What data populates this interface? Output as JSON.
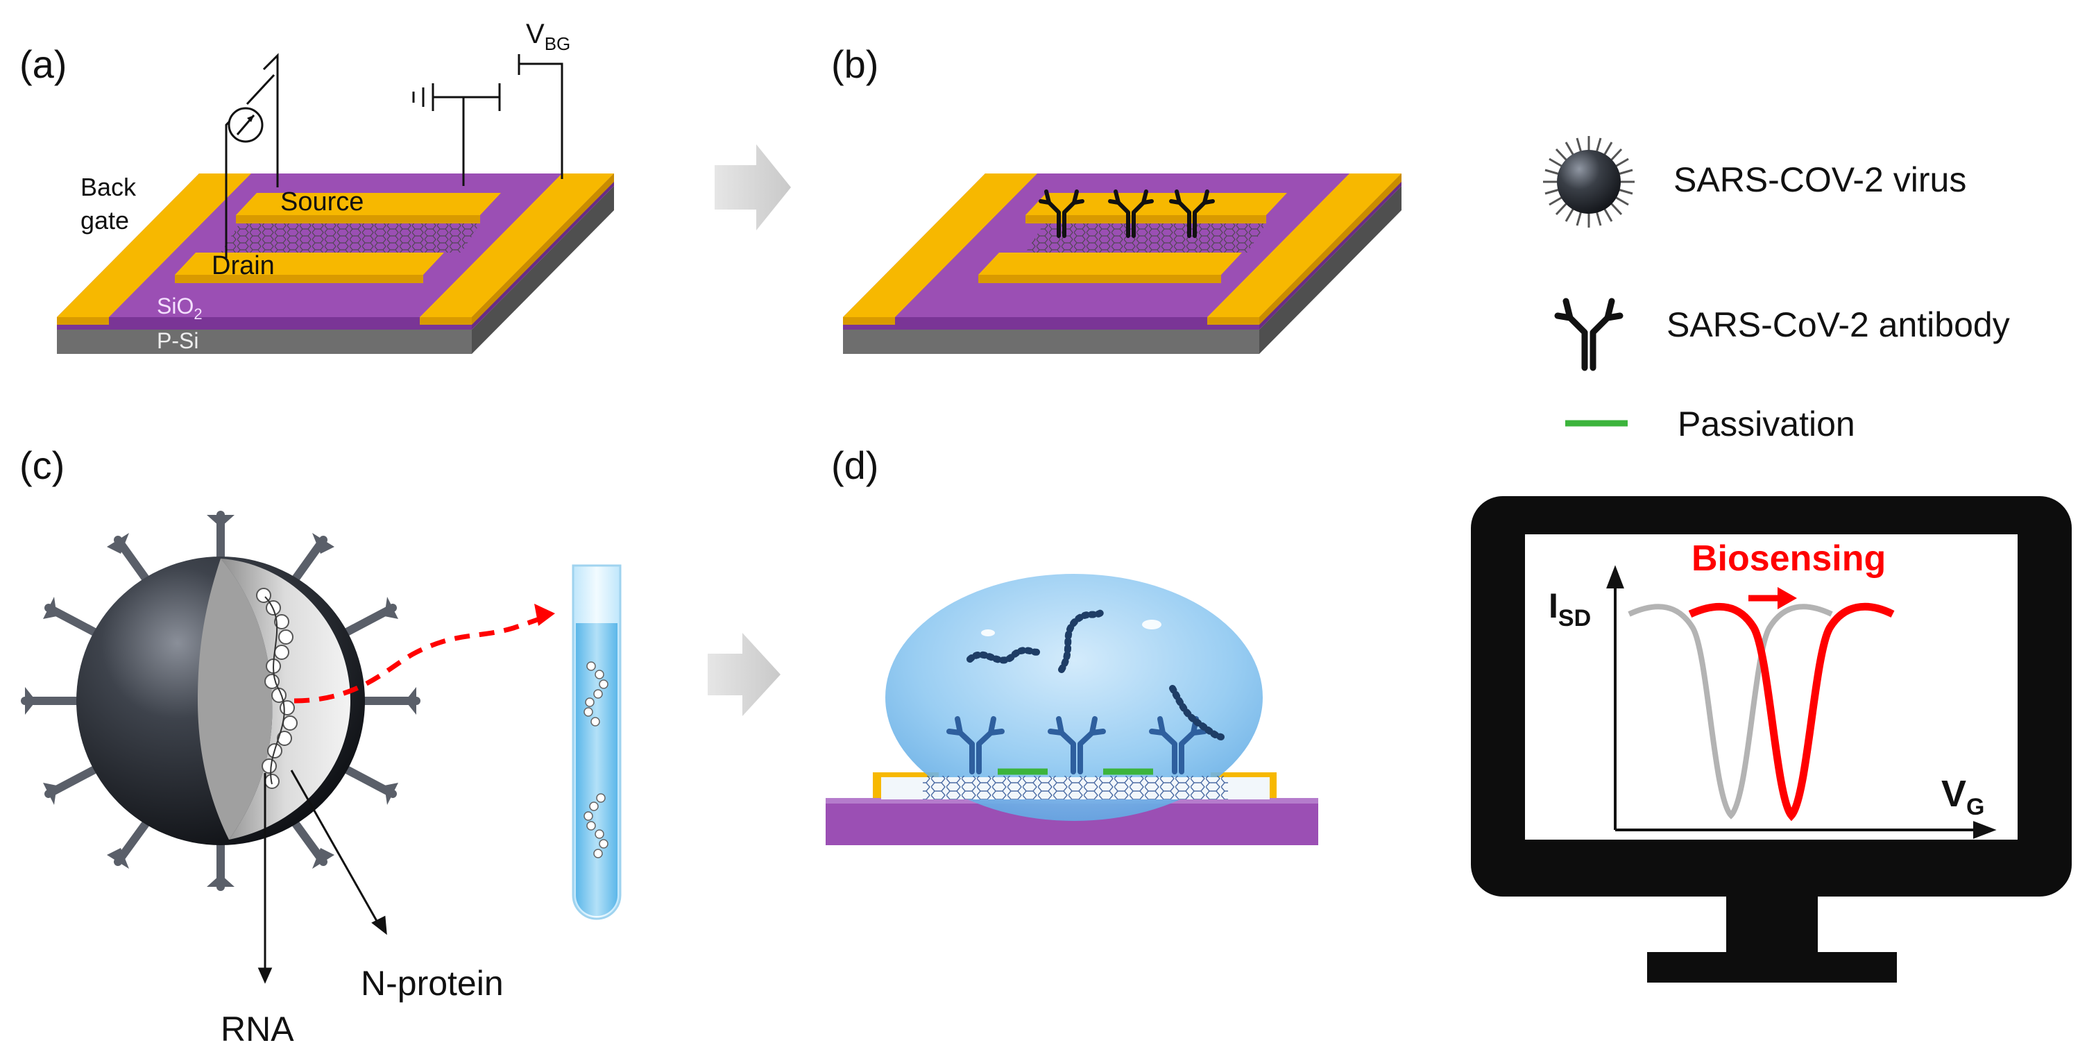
{
  "panels": {
    "a": {
      "label": "(a)",
      "back_gate": [
        "Back",
        "gate"
      ],
      "source": "Source",
      "drain": "Drain",
      "sio2": "SiO",
      "sio2_sub": "2",
      "psi": "P-Si",
      "vbg": "V",
      "vbg_sub": "BG"
    },
    "b": {
      "label": "(b)"
    },
    "c": {
      "label": "(c)",
      "rna": "RNA",
      "nprotein": "N-protein"
    },
    "d": {
      "label": "(d)"
    }
  },
  "legend": {
    "virus": "SARS-COV-2 virus",
    "antibody": "SARS-CoV-2 antibody",
    "passivation": "Passivation"
  },
  "monitor": {
    "title": "Biosensing",
    "y_axis": "I",
    "y_axis_sub": "SD",
    "x_axis": "V",
    "x_axis_sub": "G"
  },
  "colors": {
    "gold": "#f7b800",
    "gold_dark": "#d99a00",
    "purple": "#9b4fb4",
    "purple_dark": "#7a3596",
    "gray": "#777777",
    "passivation": "#3cb43c",
    "shift": "#ff0000",
    "baseline": "#b3b3b3",
    "antibody_legend": "#111111",
    "antibody_d": "#2e5f9e"
  }
}
